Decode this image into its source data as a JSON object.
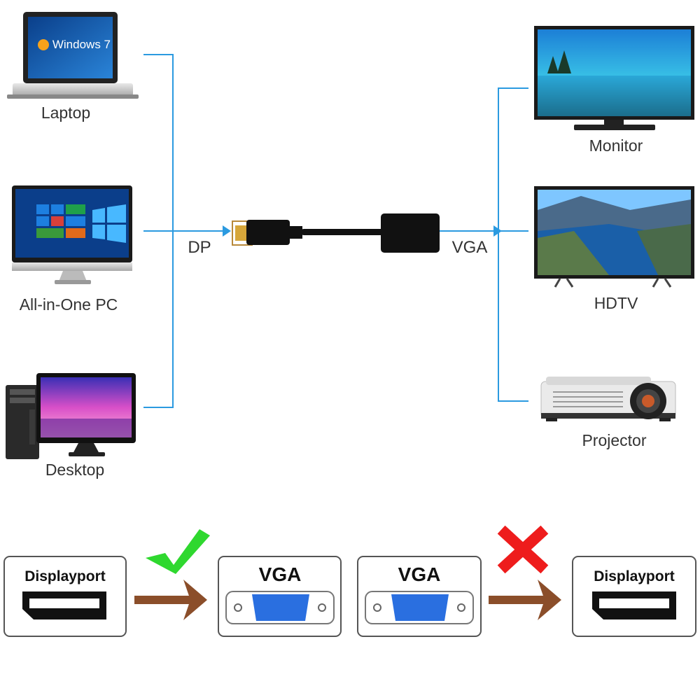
{
  "sources": [
    {
      "label": "Laptop",
      "icon": "laptop-icon",
      "screen_text": "Windows 7"
    },
    {
      "label": "All-in-One PC",
      "icon": "all-in-one-pc-icon"
    },
    {
      "label": "Desktop",
      "icon": "desktop-icon"
    }
  ],
  "targets": [
    {
      "label": "Monitor",
      "icon": "monitor-icon"
    },
    {
      "label": "HDTV",
      "icon": "hdtv-icon"
    },
    {
      "label": "Projector",
      "icon": "projector-icon"
    }
  ],
  "connectors": {
    "input": "DP",
    "output": "VGA"
  },
  "compat": {
    "pairs": [
      {
        "from": "Displayport",
        "to": "VGA",
        "status_icon": "check-icon",
        "status_color": "#2fd82f"
      },
      {
        "from": "VGA",
        "to": "Displayport",
        "status_icon": "cross-icon",
        "status_color": "#ee1c1c"
      }
    ],
    "arrow_color": "#8b4e2a"
  },
  "colors": {
    "line": "#2b9ae0",
    "vga_port": "#2a6fe0"
  }
}
